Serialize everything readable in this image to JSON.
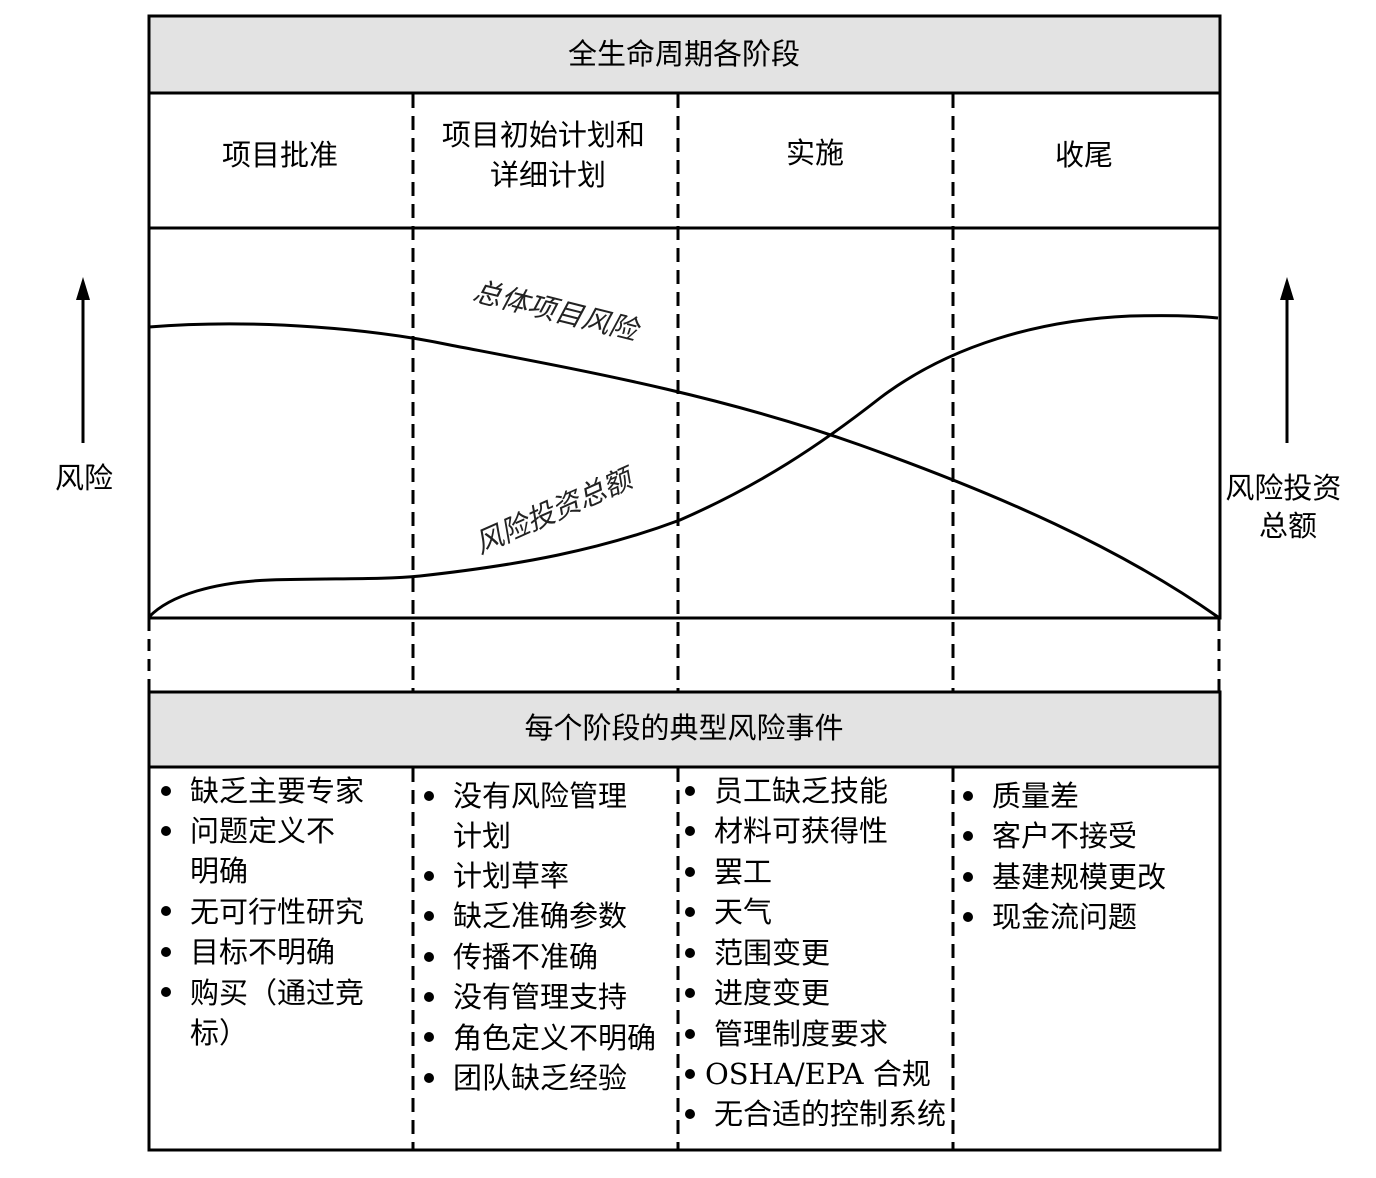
{
  "header": {
    "lifecycle_title": "全生命周期各阶段",
    "events_title": "每个阶段的典型风险事件"
  },
  "phases": [
    {
      "lines": [
        "项目批准"
      ]
    },
    {
      "lines": [
        "项目初始计划和",
        "详细计划"
      ]
    },
    {
      "lines": [
        "实施"
      ]
    },
    {
      "lines": [
        "收尾"
      ]
    }
  ],
  "axes": {
    "left_label": "风险",
    "right_label_lines": [
      "风险投资",
      "总额"
    ]
  },
  "curves": {
    "overall_risk_label": "总体项目风险",
    "investment_label": "风险投资总额"
  },
  "events": [
    [
      {
        "lines": [
          "缺乏主要专家"
        ]
      },
      {
        "lines": [
          "问题定义不",
          "明确"
        ]
      },
      {
        "lines": [
          "无可行性研究"
        ]
      },
      {
        "lines": [
          "目标不明确"
        ]
      },
      {
        "lines": [
          "购买（通过竞",
          "标）"
        ]
      }
    ],
    [
      {
        "lines": [
          "没有风险管理",
          "计划"
        ]
      },
      {
        "lines": [
          "计划草率"
        ]
      },
      {
        "lines": [
          "缺乏准确参数"
        ]
      },
      {
        "lines": [
          "传播不准确"
        ]
      },
      {
        "lines": [
          "没有管理支持"
        ]
      },
      {
        "lines": [
          "角色定义不明确"
        ]
      },
      {
        "lines": [
          "团队缺乏经验"
        ]
      }
    ],
    [
      {
        "lines": [
          "员工缺乏技能"
        ]
      },
      {
        "lines": [
          "材料可获得性"
        ]
      },
      {
        "lines": [
          "罢工"
        ]
      },
      {
        "lines": [
          "天气"
        ]
      },
      {
        "lines": [
          "范围变更"
        ]
      },
      {
        "lines": [
          "进度变更"
        ]
      },
      {
        "lines": [
          "管理制度要求"
        ]
      },
      {
        "lines": [
          "OSHA/EPA 合规"
        ]
      },
      {
        "lines": [
          "无合适的控制系统"
        ]
      }
    ],
    [
      {
        "lines": [
          "质量差"
        ]
      },
      {
        "lines": [
          "客户不接受"
        ]
      },
      {
        "lines": [
          "基建规模更改"
        ]
      },
      {
        "lines": [
          "现金流问题"
        ]
      }
    ]
  ],
  "colors": {
    "band_fill": "#e3e3e3",
    "line": "#000000"
  }
}
